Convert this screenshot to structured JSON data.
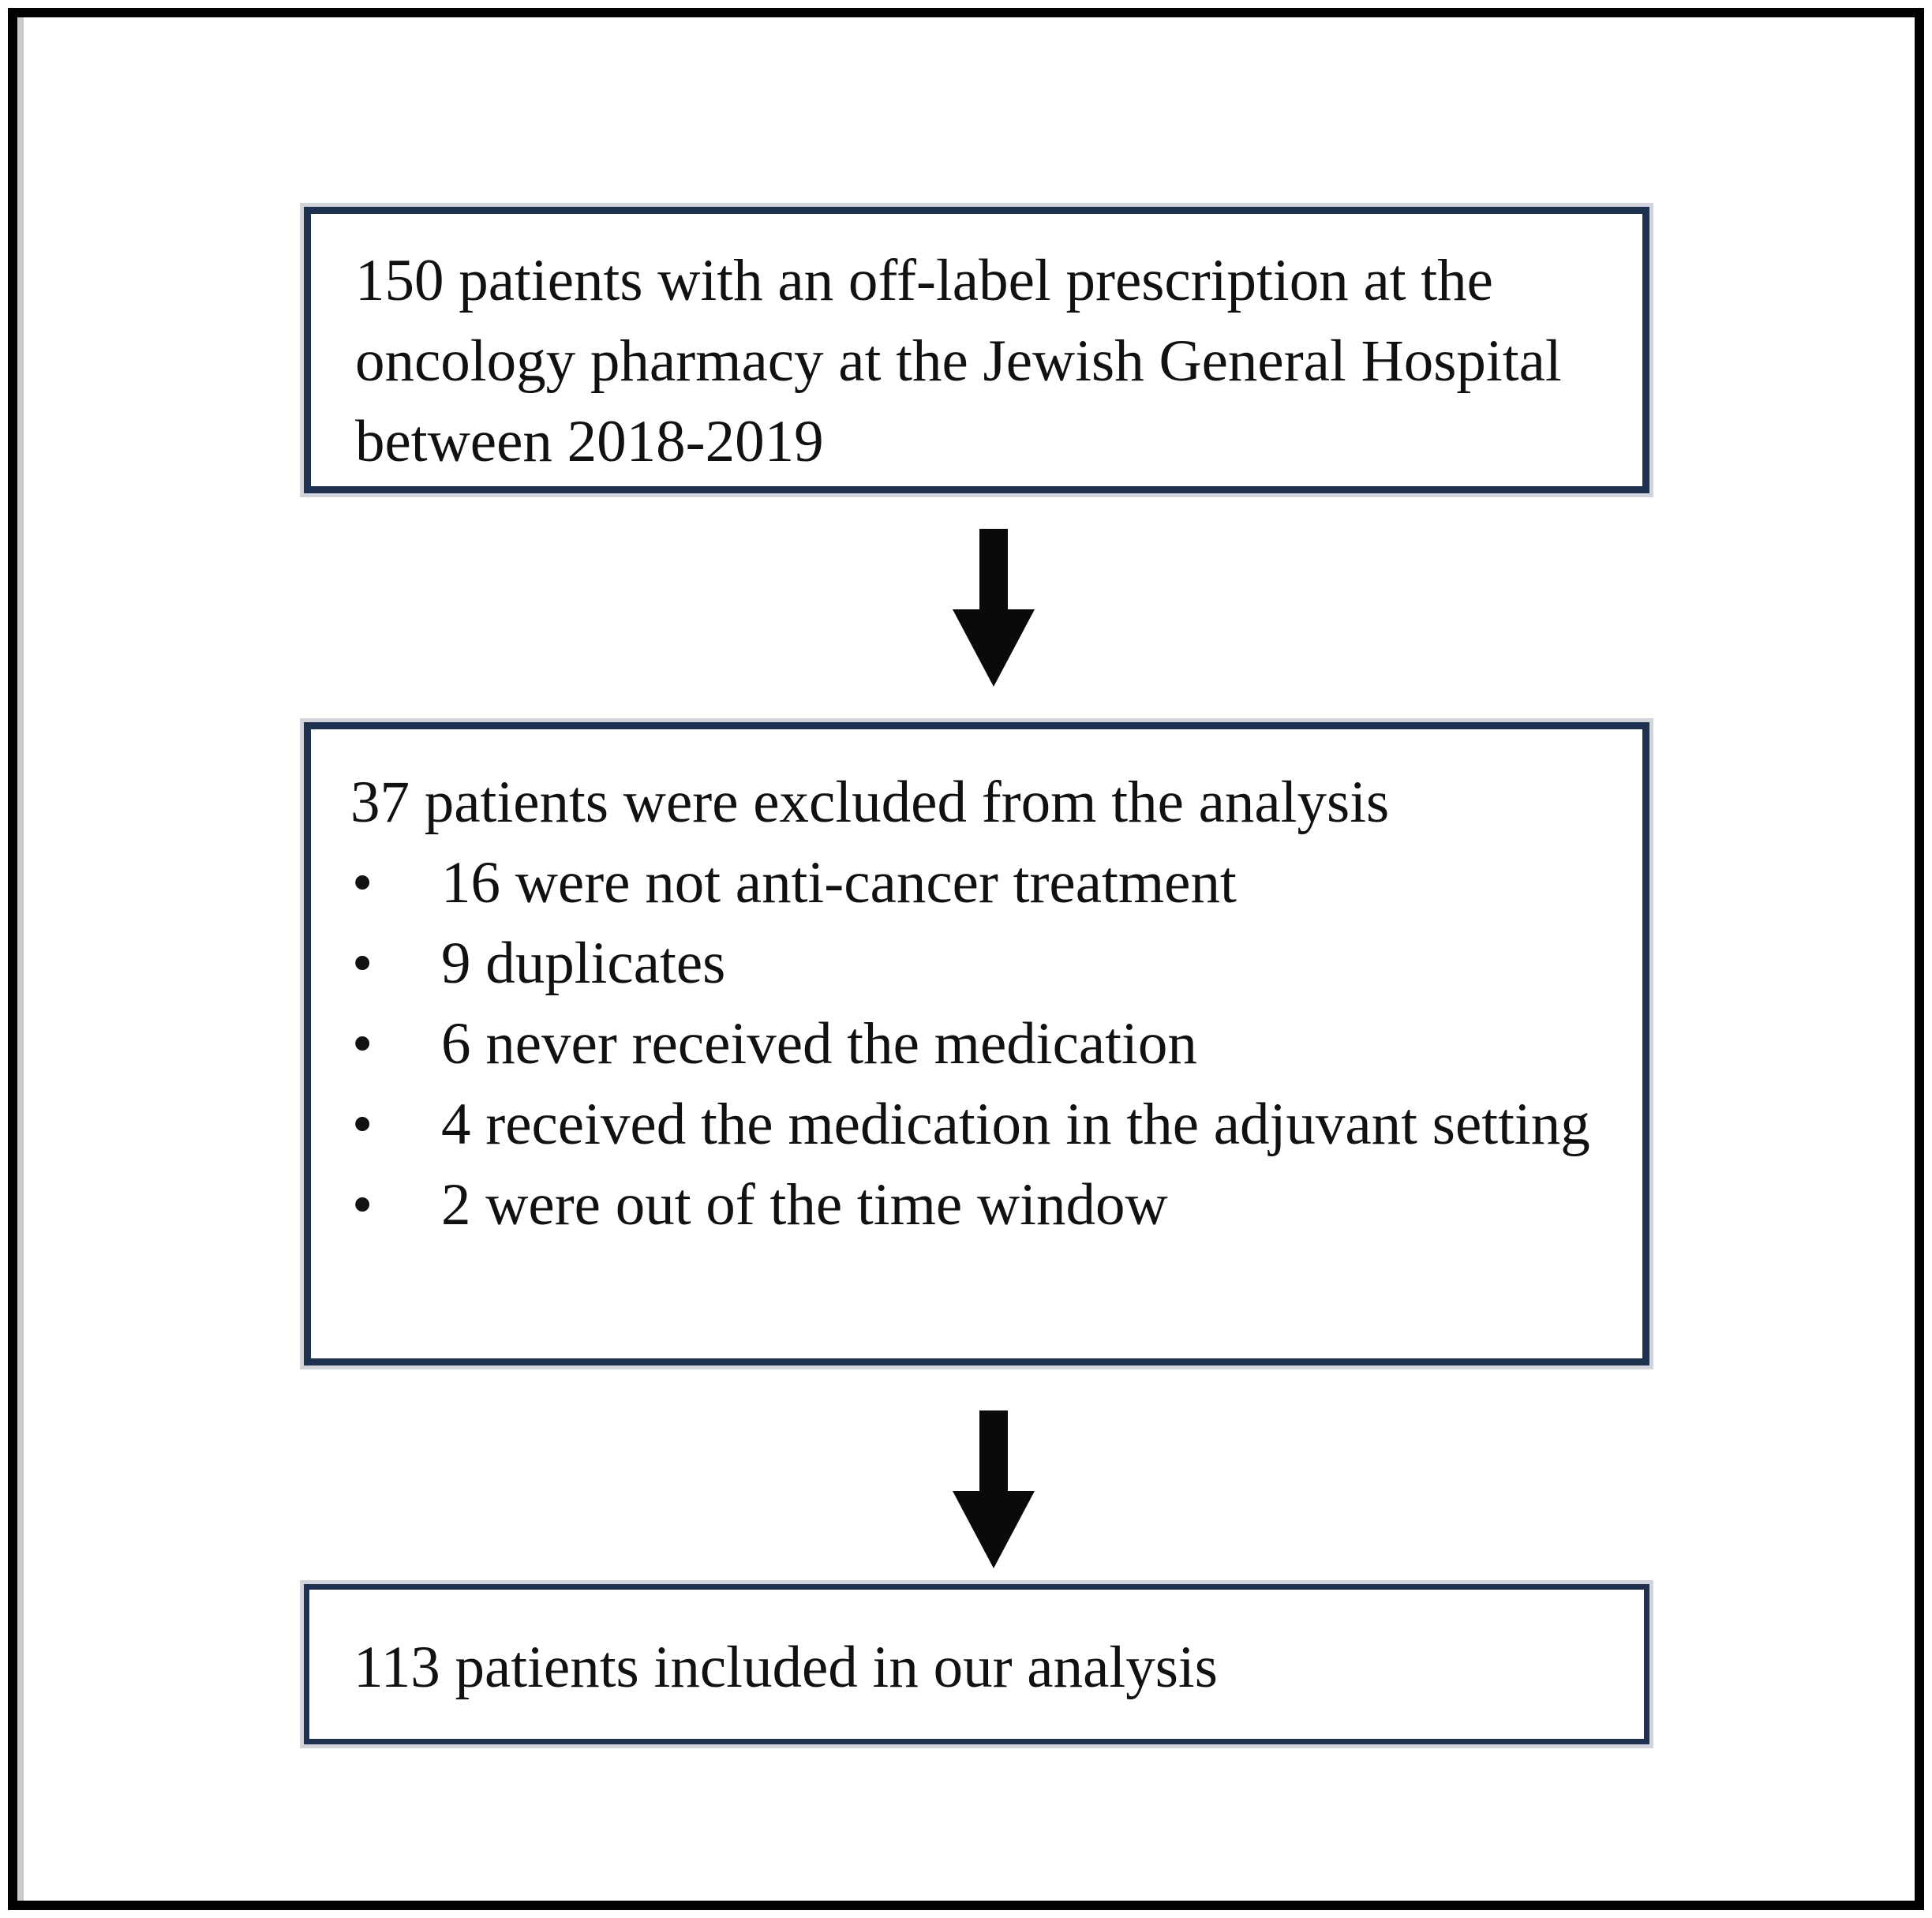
{
  "flowchart": {
    "initial": {
      "text": "150 patients with an off-label prescription at the oncology pharmacy at the Jewish General Hospital between 2018-2019"
    },
    "excluded": {
      "title": "37 patients were excluded from the analysis",
      "reasons": [
        "16 were not anti-cancer treatment",
        "9 duplicates",
        "6 never received the medication",
        "4 received the medication in the adjuvant setting",
        "2 were out of the time window"
      ],
      "bullet_glyph": "•"
    },
    "included": {
      "text": "113 patients included in our analysis"
    },
    "colors": {
      "box_border": "#1f3150",
      "arrow": "#0a0a0a",
      "outer_frame": "#000000",
      "background": "#ffffff"
    }
  }
}
